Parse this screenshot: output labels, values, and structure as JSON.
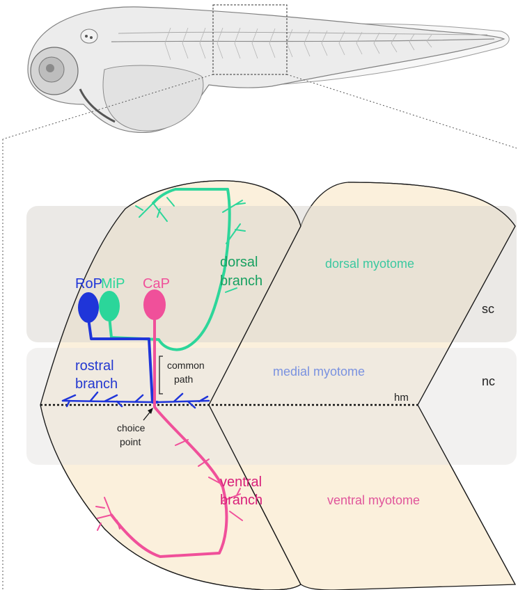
{
  "colors": {
    "rop": "#1f35d9",
    "mip": "#2bd69a",
    "cap": "#f0509a",
    "dorsal_text": "#3cc8a0",
    "rostral_text": "#2338d0",
    "medial_text": "#7a92e0",
    "ventral_text": "#e0559b",
    "dorsal_branch_text": "#16a060",
    "ventral_branch_text": "#d8207a",
    "myotome_fill": "#fbf0dc",
    "myotome_shade": "#e7e0d6"
  },
  "neurons": {
    "rop_label": "RoP",
    "mip_label": "MiP",
    "cap_label": "CaP"
  },
  "branches": {
    "dorsal_line1": "dorsal",
    "dorsal_line2": "branch",
    "rostral_line1": "rostral",
    "rostral_line2": "branch",
    "ventral_line1": "ventral",
    "ventral_line2": "branch"
  },
  "regions": {
    "dorsal_myotome": "dorsal myotome",
    "medial_myotome": "medial myotome",
    "ventral_myotome": "ventral myotome",
    "sc": "sc",
    "nc": "nc",
    "hm": "hm"
  },
  "annotations": {
    "common_line1": "common",
    "common_line2": "path",
    "choice_line1": "choice",
    "choice_line2": "point"
  }
}
